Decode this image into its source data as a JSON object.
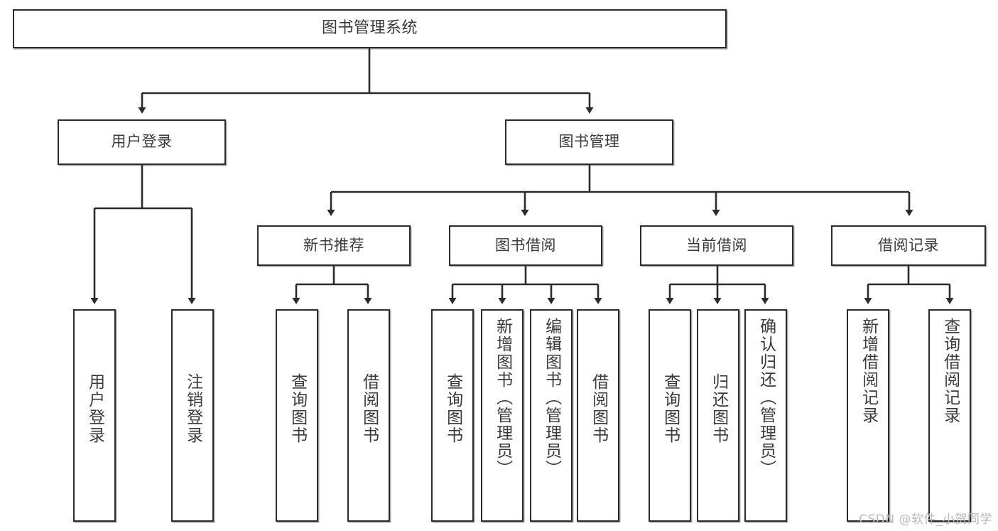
{
  "diagram": {
    "title": "图书管理系统",
    "type": "tree",
    "watermark": "CSDN @软件_小贺同学",
    "colors": {
      "box_border": "#2b2b2b",
      "box_fill": "#ffffff",
      "text": "#3a3a3a",
      "edge": "#2b2b2b",
      "watermark": "#b9b9b9"
    },
    "nodes": {
      "root": {
        "label": "图书管理系统"
      },
      "level2": [
        {
          "id": "user-login",
          "label": "用户登录"
        },
        {
          "id": "book-management",
          "label": "图书管理"
        }
      ],
      "level3": [
        {
          "id": "new-book-recommend",
          "label": "新书推荐"
        },
        {
          "id": "book-borrow",
          "label": "图书借阅"
        },
        {
          "id": "current-borrow",
          "label": "当前借阅"
        },
        {
          "id": "borrow-record",
          "label": "借阅记录"
        }
      ],
      "leaves": {
        "user_login": [
          {
            "id": "leaf-user-login",
            "label": "用户登录"
          },
          {
            "id": "leaf-logout-login",
            "label": "注销登录"
          }
        ],
        "new_book_recommend": [
          {
            "id": "leaf-query-book-1",
            "label": "查询图书"
          },
          {
            "id": "leaf-borrow-book-1",
            "label": "借阅图书"
          }
        ],
        "book_borrow": [
          {
            "id": "leaf-query-book-2",
            "label": "查询图书"
          },
          {
            "id": "leaf-add-book",
            "label": "新增图书（管理员）"
          },
          {
            "id": "leaf-edit-book",
            "label": "编辑图书（管理员）"
          },
          {
            "id": "leaf-borrow-book-2",
            "label": "借阅图书"
          }
        ],
        "current_borrow": [
          {
            "id": "leaf-query-book-3",
            "label": "查询图书"
          },
          {
            "id": "leaf-return-book",
            "label": "归还图书"
          },
          {
            "id": "leaf-confirm-return",
            "label": "确认归还（管理员）"
          }
        ],
        "borrow_record": [
          {
            "id": "leaf-add-record",
            "label": "新增借阅记录"
          },
          {
            "id": "leaf-query-record",
            "label": "查询借阅记录"
          }
        ]
      }
    }
  }
}
